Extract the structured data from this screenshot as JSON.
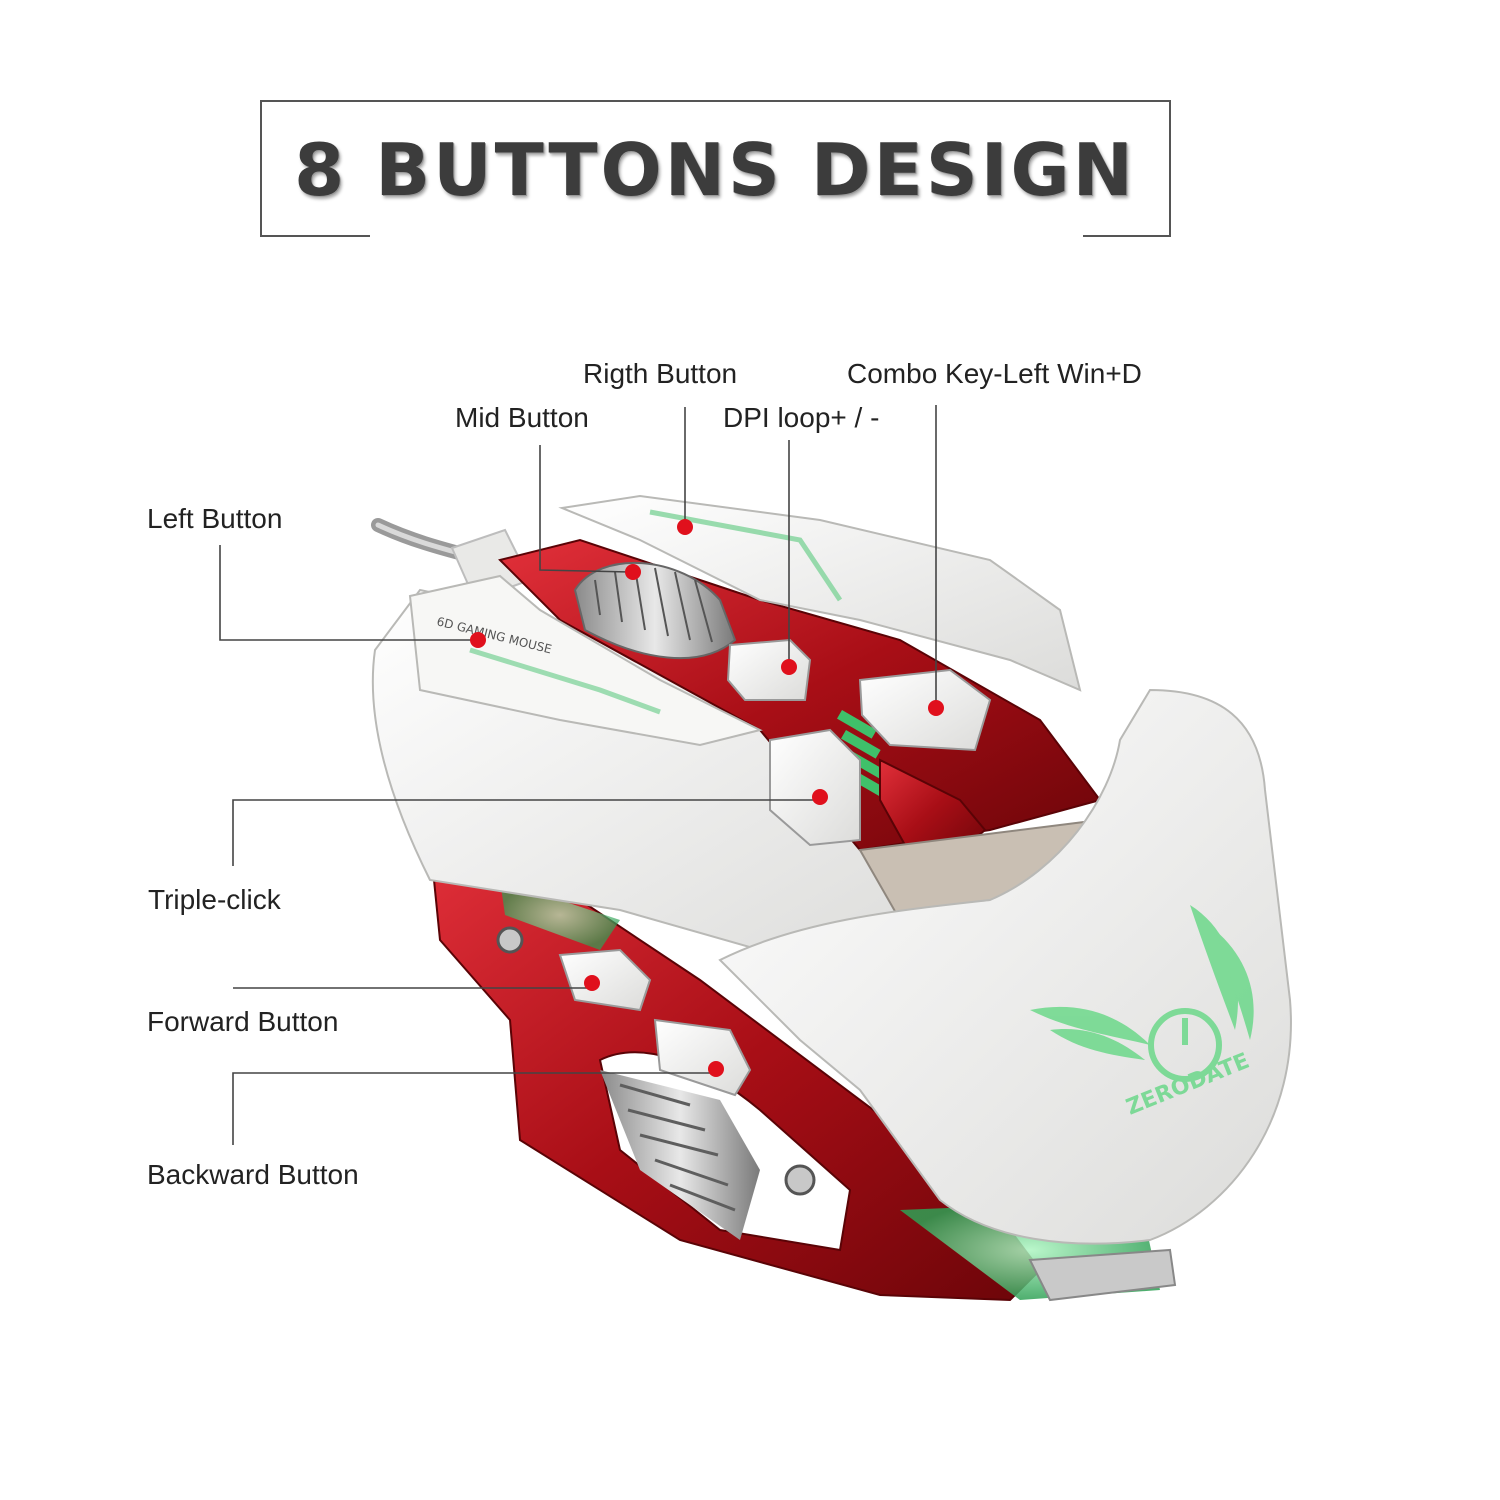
{
  "title": "8 BUTTONS DESIGN",
  "labels": {
    "right_button": "Rigth Button",
    "combo_key": "Combo Key-Left Win+D",
    "mid_button": "Mid Button",
    "dpi_loop": "DPI loop+ / -",
    "left_button": "Left Button",
    "triple_click": "Triple-click",
    "forward_button": "Forward Button",
    "backward_button": "Backward Button"
  },
  "mouse": {
    "brand_text": "ZERODATE",
    "side_text": "6D GAMING MOUSE"
  },
  "colors": {
    "title": "#3c3c3c",
    "line": "#444444",
    "marker": "#e0101c",
    "shell_white": "#f2f2f0",
    "shell_red": "#b8121a",
    "led_green": "#6cd88a"
  }
}
